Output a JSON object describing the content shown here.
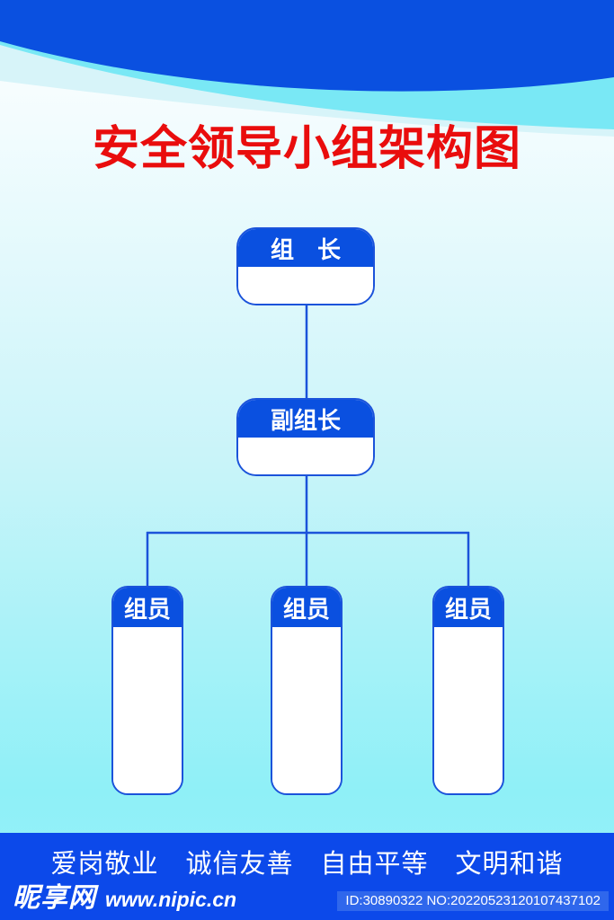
{
  "poster": {
    "title": "安全领导小组架构图"
  },
  "org_chart": {
    "leader": {
      "label": "组　长"
    },
    "deputy": {
      "label": "副组长"
    },
    "members": [
      {
        "label": "组员"
      },
      {
        "label": "组员"
      },
      {
        "label": "组员"
      }
    ]
  },
  "footer": {
    "slogans": [
      "爱岗敬业",
      "诚信友善",
      "自由平等",
      "文明和谐"
    ],
    "site_name": "昵享网",
    "site_url": "www.nipic.cn",
    "id_label": "ID:30890322 NO:20220523120107437102"
  },
  "colors": {
    "dark_blue": "#0a50e0",
    "medium_cyan": "#79e8f5",
    "light_cyan": "#d7f4f9",
    "connector_blue": "#1b53da",
    "footer_blue": "#0c49ea",
    "id_box_blue": "#2f67ec",
    "title_red": "#e90d0d"
  }
}
